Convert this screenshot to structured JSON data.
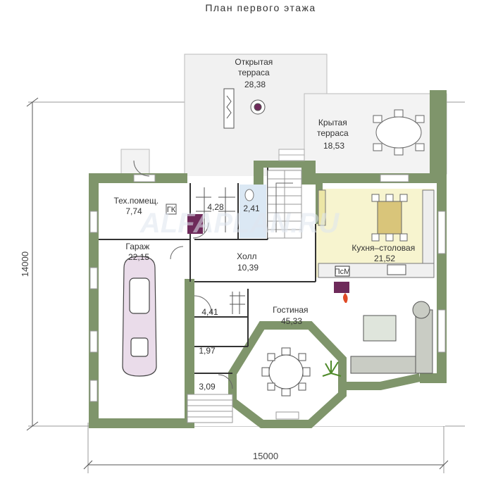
{
  "title": "План первого этажа",
  "watermark": "ALFAPLAN.RU",
  "dimensions": {
    "width": "15000",
    "height": "14000"
  },
  "rooms": [
    {
      "id": "open-terrace",
      "name": [
        "Открытая",
        "терраса"
      ],
      "area": "28,38"
    },
    {
      "id": "covered-terrace",
      "name": [
        "Крытая",
        "терраса"
      ],
      "area": "18,53"
    },
    {
      "id": "tech-room",
      "name": [
        "Тех.помещ."
      ],
      "area": "7,74"
    },
    {
      "id": "storage",
      "name": [],
      "area": "4,28"
    },
    {
      "id": "bathroom",
      "name": [],
      "area": "2,41"
    },
    {
      "id": "kitchen",
      "name": [
        "Кухня–столовая"
      ],
      "area": "21,52"
    },
    {
      "id": "garage",
      "name": [
        "Гараж"
      ],
      "area": "22,15"
    },
    {
      "id": "hall",
      "name": [
        "Холл"
      ],
      "area": "10,39"
    },
    {
      "id": "living",
      "name": [
        "Гостиная"
      ],
      "area": "45,33"
    },
    {
      "id": "closet-1",
      "name": [],
      "area": "4,41"
    },
    {
      "id": "closet-2",
      "name": [],
      "area": "1,97"
    },
    {
      "id": "vestibule",
      "name": [],
      "area": "3,09"
    }
  ],
  "fixtures": {
    "stove_label": "ПсМ",
    "boiler_label": "ГК"
  },
  "colors": {
    "wall": "#7f956b",
    "kitchen_fill": "#f7f4cf",
    "terrace_fill": "#f1f1f1",
    "floor": "#ffffff"
  }
}
